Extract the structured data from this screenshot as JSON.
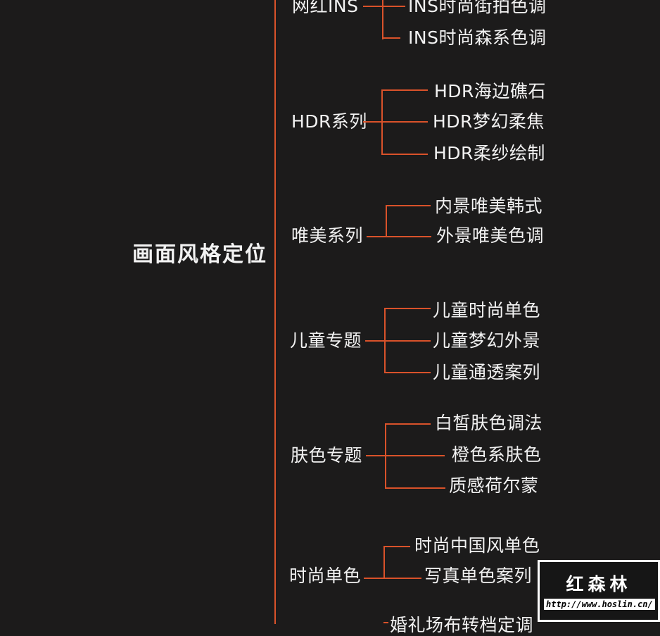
{
  "root": "画面风格定位",
  "colors": {
    "line": "#d9522a",
    "background": "#1c1b1b",
    "text": "#f2f2f2"
  },
  "groups": [
    {
      "label": "网红INS",
      "children": [
        "INS时尚街拍色调",
        "INS时尚森系色调"
      ]
    },
    {
      "label": "HDR系列",
      "children": [
        "HDR海边礁石",
        "HDR梦幻柔焦",
        "HDR柔纱绘制"
      ]
    },
    {
      "label": "唯美系列",
      "children": [
        "内景唯美韩式",
        "外景唯美色调"
      ]
    },
    {
      "label": "儿童专题",
      "children": [
        "儿童时尚单色",
        "儿童梦幻外景",
        "儿童通透案列"
      ]
    },
    {
      "label": "肤色专题",
      "children": [
        "白皙肤色调法",
        "橙色系肤色",
        "质感荷尔蒙"
      ]
    },
    {
      "label": "时尚单色",
      "children": [
        "时尚中国风单色",
        "写真单色案列"
      ]
    },
    {
      "label": "",
      "children": [
        "婚礼场布转档定调"
      ]
    }
  ],
  "watermark": {
    "title": "红森林",
    "url": "http://www.hoslin.cn/"
  }
}
